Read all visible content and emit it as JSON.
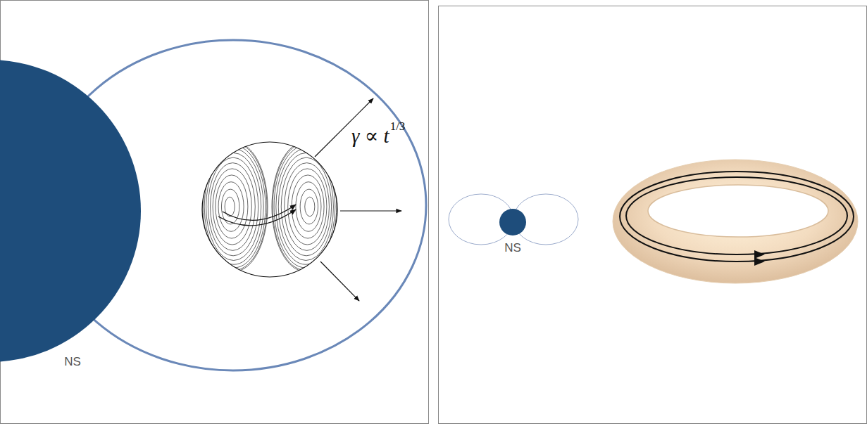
{
  "diagram": {
    "nodes": [
      {
        "text": [
          "NS"
        ]
      },
      {
        "text": [
          "NS"
        ]
      }
    ],
    "labels": [
      "γ ∝ t",
      "1/3"
    ]
  }
}
